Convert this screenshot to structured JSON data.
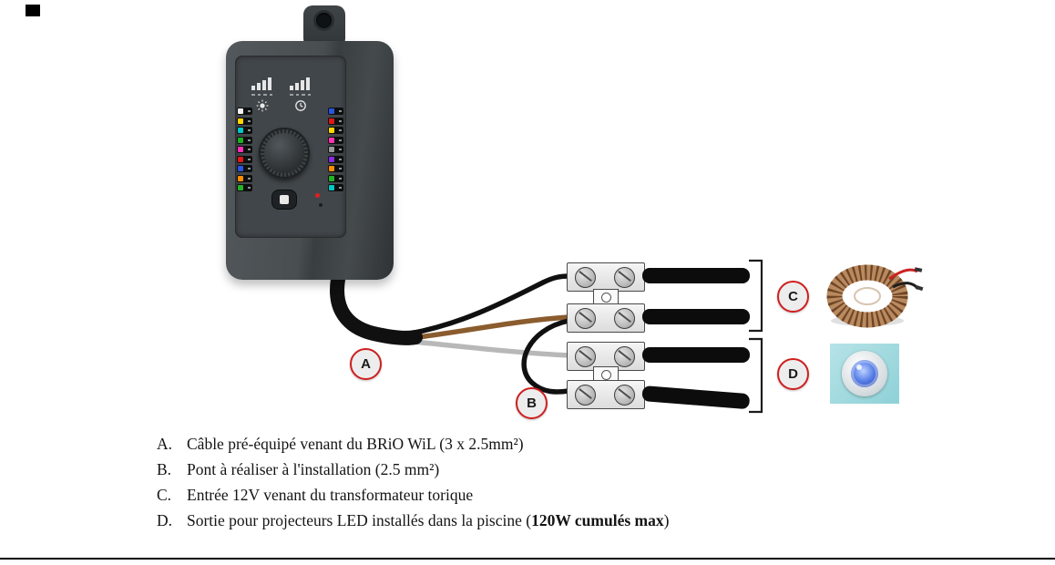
{
  "labels": {
    "a": "A",
    "b": "B",
    "c": "C",
    "d": "D"
  },
  "legend": {
    "items": [
      {
        "key": "A.",
        "text": "Câble pré-équipé venant du BRiO WiL (3 x 2.5mm²)"
      },
      {
        "key": "B.",
        "text": "Pont à réaliser à l'installation (2.5 mm²)"
      },
      {
        "key": "C.",
        "text": "Entrée 12V venant du transformateur torique"
      },
      {
        "key": "D.",
        "text_before": "Sortie pour projecteurs LED installés dans la piscine (",
        "text_bold": "120W cumulés max",
        "text_after": ")"
      }
    ]
  },
  "colors": {
    "label_ring_red": "#cf1f1f",
    "wire_black": "#101010",
    "wire_brown": "#8a5c2e",
    "wire_gray": "#b8b8b8",
    "device_body": "#45494c",
    "pool_background": "#9fd9de",
    "transformer_copper": "#b98a5f"
  },
  "device": {
    "left_leds": [
      "#f2f2f2",
      "#ffd400",
      "#00c6c6",
      "#1fae1f",
      "#ff2fb4",
      "#e01818",
      "#2b54e0",
      "#ff8c00",
      "#26b026"
    ],
    "right_leds": [
      "#2b54e0",
      "#e01818",
      "#ffd400",
      "#ff2fb4",
      "#9a9a9a",
      "#8a2be2",
      "#ff8c00",
      "#26b026",
      "#00c6c6"
    ]
  }
}
